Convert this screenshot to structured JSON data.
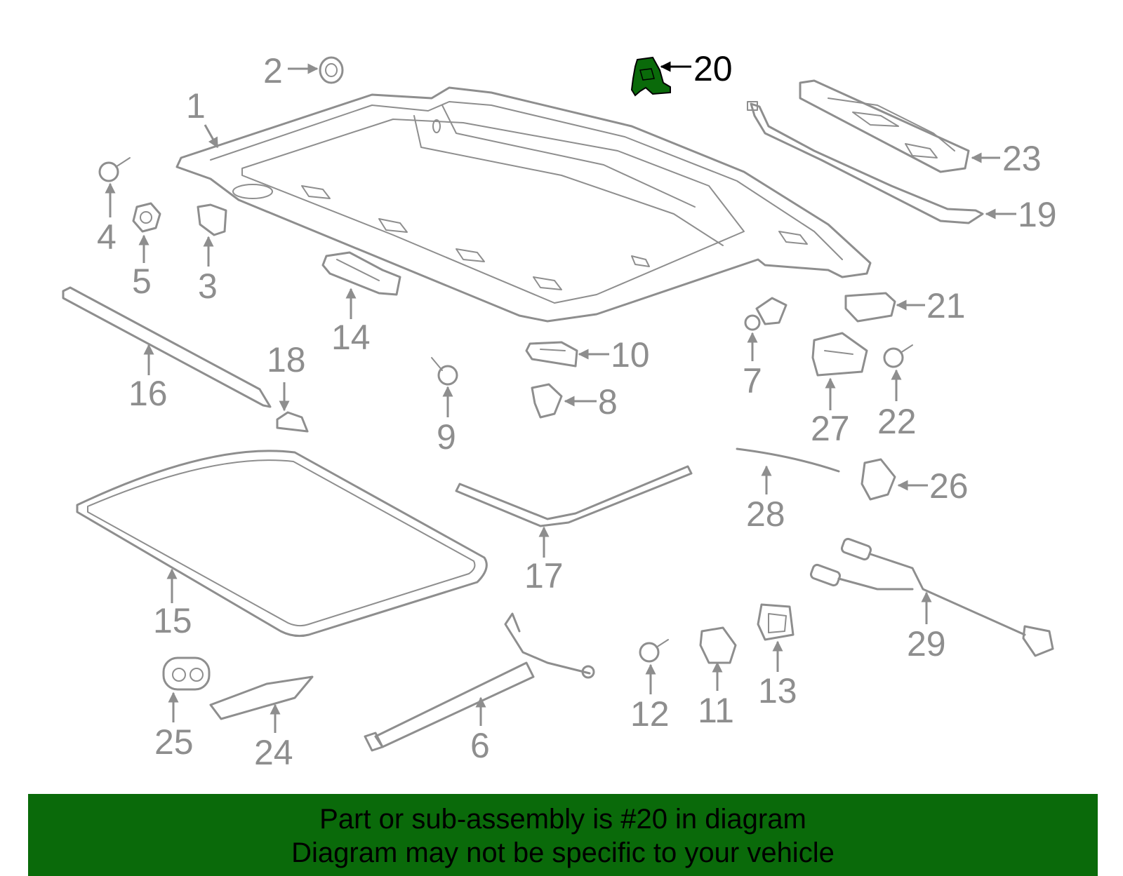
{
  "diagram": {
    "highlight_color": "#0a6a0a",
    "callouts": {
      "p1": "1",
      "p2": "2",
      "p3": "3",
      "p4": "4",
      "p5": "5",
      "p6": "6",
      "p7": "7",
      "p8": "8",
      "p9": "9",
      "p10": "10",
      "p11": "11",
      "p12": "12",
      "p13": "13",
      "p14": "14",
      "p15": "15",
      "p16": "16",
      "p17": "17",
      "p18": "18",
      "p19": "19",
      "p20": "20",
      "p21": "21",
      "p22": "22",
      "p23": "23",
      "p24": "24",
      "p25": "25",
      "p26": "26",
      "p27": "27",
      "p28": "28",
      "p29": "29"
    },
    "highlighted_part": "20"
  },
  "banner": {
    "line1": "Part or sub-assembly is #20 in diagram",
    "line2": "Diagram may not be specific to your vehicle",
    "background": "#0a6a0a"
  }
}
